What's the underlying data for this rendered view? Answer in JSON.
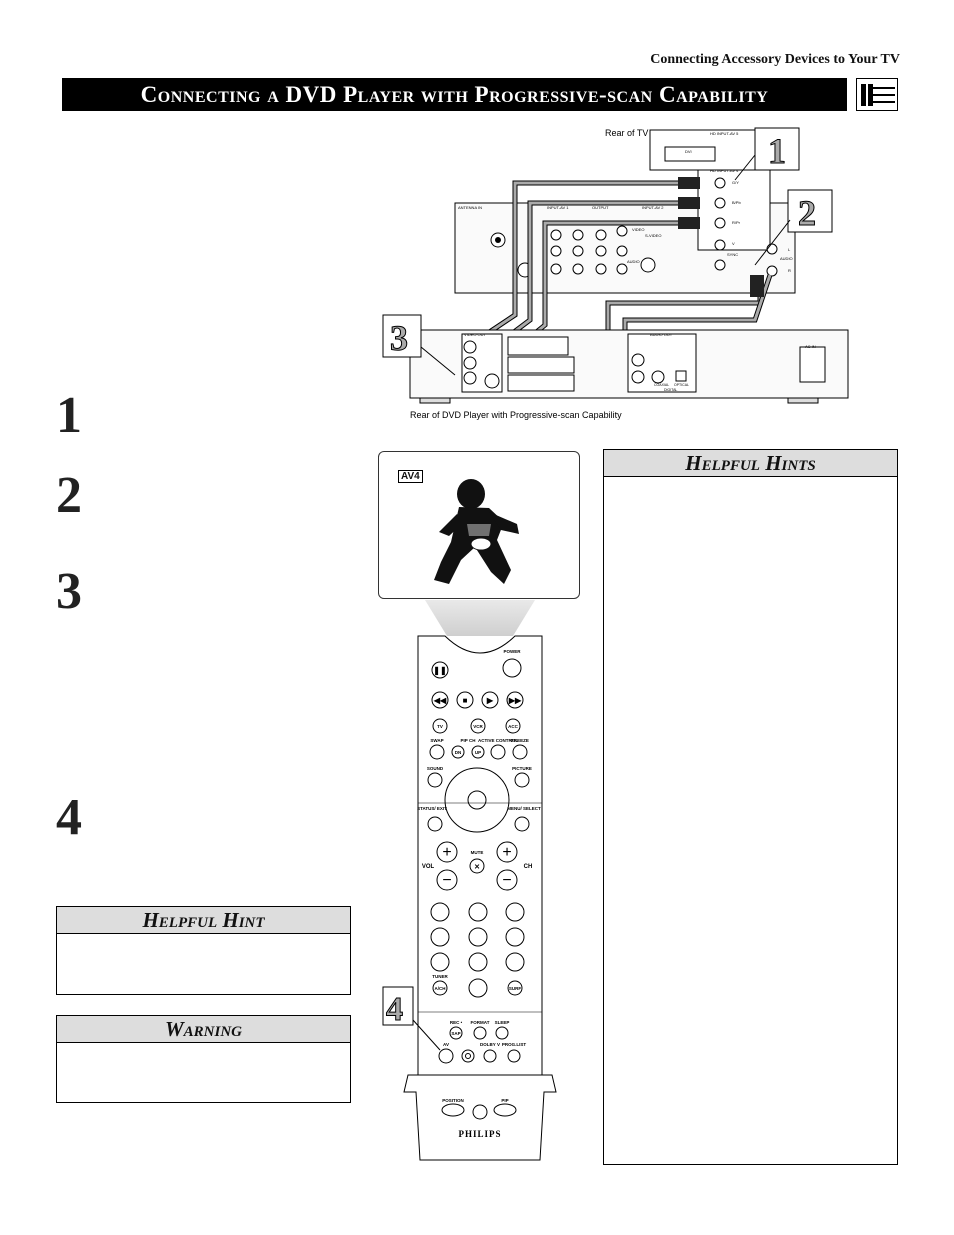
{
  "header": {
    "section_label": "Connecting Accessory Devices to Your TV",
    "title": "Connecting a DVD Player with Progressive-scan Capability"
  },
  "diagram": {
    "rear_tv_label": "Rear of TV",
    "rear_dvd_label": "Rear of DVD Player with Progressive-scan Capability",
    "callouts": [
      "1",
      "2",
      "3",
      "4"
    ],
    "tv_jack_labels": [
      "HD INPUT-AV 5",
      "DVI",
      "HD INPUT-AV 4",
      "G/Y",
      "B/Pb",
      "R/Pr",
      "V",
      "SYNC",
      "L",
      "AUDIO",
      "R",
      "ANTENNA IN",
      "INPUT-AV 1",
      "OUTPUT",
      "INPUT-AV 2",
      "VIDEO",
      "S-VIDEO",
      "AUDIO"
    ],
    "dvd_jack_labels": [
      "VIDEO OUT",
      "AUDIO OUT",
      "COAXIAL",
      "OPTICAL",
      "DIGITAL",
      "AC IN"
    ]
  },
  "steps": [
    "1",
    "2",
    "3",
    "4"
  ],
  "tv_screen": {
    "badge": "AV4"
  },
  "remote": {
    "brand": "PHILIPS",
    "labels": {
      "power": "POWER",
      "tv": "TV",
      "vcr": "VCR",
      "acc": "ACC",
      "swap": "SWAP",
      "pip_ch": "PIP CH",
      "active_control": "ACTIVE CONTROL",
      "freeze": "FREEZE",
      "dn": "DN",
      "up": "UP",
      "sound": "SOUND",
      "picture": "PICTURE",
      "status_exit": "STATUS/ EXIT",
      "menu_select": "MENU/ SELECT",
      "mute": "MUTE",
      "vol": "VOL",
      "ch": "CH",
      "tuner": "TUNER",
      "ach": "A/CH",
      "surf": "SURF",
      "rec": "REC •",
      "format": "FORMAT",
      "sleep": "SLEEP",
      "sap": "SAP",
      "av": "AV",
      "dolby_v": "DOLBY V",
      "prog_list": "PROG.LIST",
      "position": "POSITION",
      "pip": "PIP"
    }
  },
  "boxes": {
    "helpful_hint": "Helpful Hint",
    "warning": "Warning",
    "helpful_hints": "Helpful Hints"
  }
}
